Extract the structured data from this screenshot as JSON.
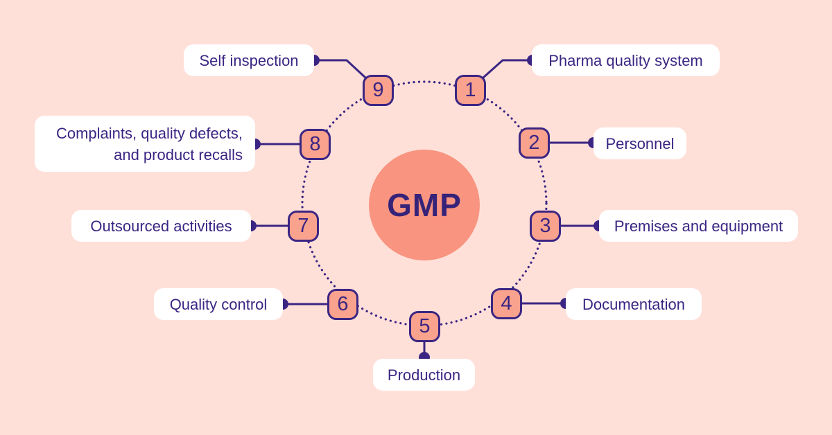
{
  "center": {
    "title": "GMP"
  },
  "items": [
    {
      "number": "1",
      "label": "Pharma quality system"
    },
    {
      "number": "2",
      "label": "Personnel"
    },
    {
      "number": "3",
      "label": "Premises and equipment"
    },
    {
      "number": "4",
      "label": "Documentation"
    },
    {
      "number": "5",
      "label": "Production"
    },
    {
      "number": "6",
      "label": "Quality control"
    },
    {
      "number": "7",
      "label": "Outsourced activities"
    },
    {
      "number": "8",
      "label": "Complaints, quality defects,\nand product recalls"
    },
    {
      "number": "9",
      "label": "Self inspection"
    }
  ],
  "colors": {
    "bg": "#ffe0d9",
    "accent": "#3b2583",
    "salmon": "#f8947f",
    "badge": "#f9a28d",
    "label-bg": "#ffffff"
  }
}
